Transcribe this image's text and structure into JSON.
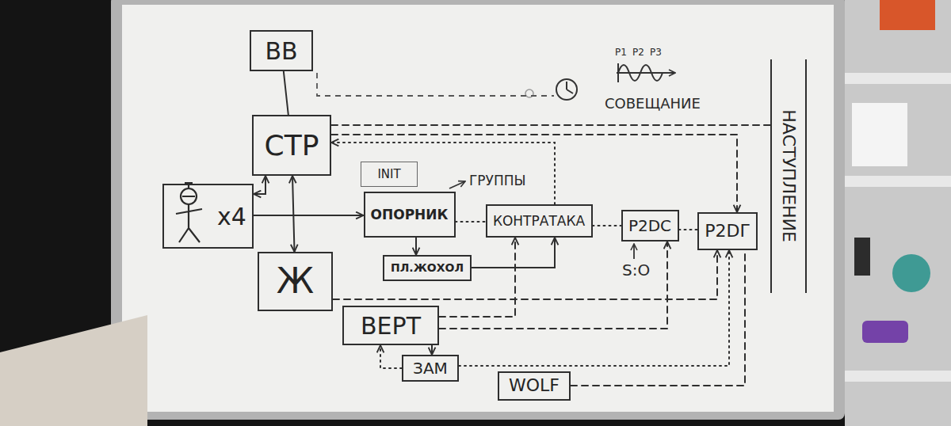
{
  "diagram": {
    "nodes": [
      {
        "text": [
          "ВВ"
        ]
      },
      {
        "text": [
          "СТР"
        ]
      },
      {
        "text": [
          "x4"
        ]
      },
      {
        "text": [
          "INIT"
        ]
      },
      {
        "text": [
          "ОПОРНИК"
        ]
      },
      {
        "text": [
          "КОНТРАТАКА"
        ]
      },
      {
        "text": [
          "P2DC"
        ]
      },
      {
        "text": [
          "P2DГ"
        ]
      },
      {
        "text": [
          "НАСТУПЛЕНИЕ"
        ]
      },
      {
        "text": [
          "ПЛ.ЖОХОЛ"
        ]
      },
      {
        "text": [
          "Ж"
        ]
      },
      {
        "text": [
          "ВЕРТ"
        ]
      },
      {
        "text": [
          "ЗАМ"
        ]
      },
      {
        "text": [
          "WOLF"
        ]
      }
    ],
    "edges": [
      {
        "from": 0,
        "to": 1,
        "arrow": "none"
      },
      {
        "from": 1,
        "to": 8,
        "arrow": "none"
      },
      {
        "from": 5,
        "to": 1,
        "arrow": "to"
      },
      {
        "from": 1,
        "to": 7,
        "arrow": "to"
      },
      {
        "from": 2,
        "to": 1,
        "arrow": "both"
      },
      {
        "from": 2,
        "to": 4,
        "arrow": "to"
      },
      {
        "from": 1,
        "to": 10,
        "arrow": "both"
      },
      {
        "from": 4,
        "to": 9,
        "arrow": "to"
      },
      {
        "from": 4,
        "to": 5,
        "arrow": "none"
      },
      {
        "from": 5,
        "to": 6,
        "arrow": "none"
      },
      {
        "from": 6,
        "to": 7,
        "arrow": "none"
      },
      {
        "from": 9,
        "to": 5,
        "arrow": "to"
      },
      {
        "from": 10,
        "to": 7,
        "arrow": "to"
      },
      {
        "from": 11,
        "to": 5,
        "arrow": "to"
      },
      {
        "from": 11,
        "to": 6,
        "arrow": "to"
      },
      {
        "from": 11,
        "to": 12,
        "arrow": "to"
      },
      {
        "from": 12,
        "to": 11,
        "arrow": "to"
      },
      {
        "from": 12,
        "to": 7,
        "arrow": "to"
      },
      {
        "from": 13,
        "to": 7,
        "arrow": "none"
      }
    ],
    "labels": [
      "P1",
      "P2",
      "P3",
      "СОВЕЩАНИЕ",
      "ГРУППЫ",
      "S:O"
    ]
  }
}
